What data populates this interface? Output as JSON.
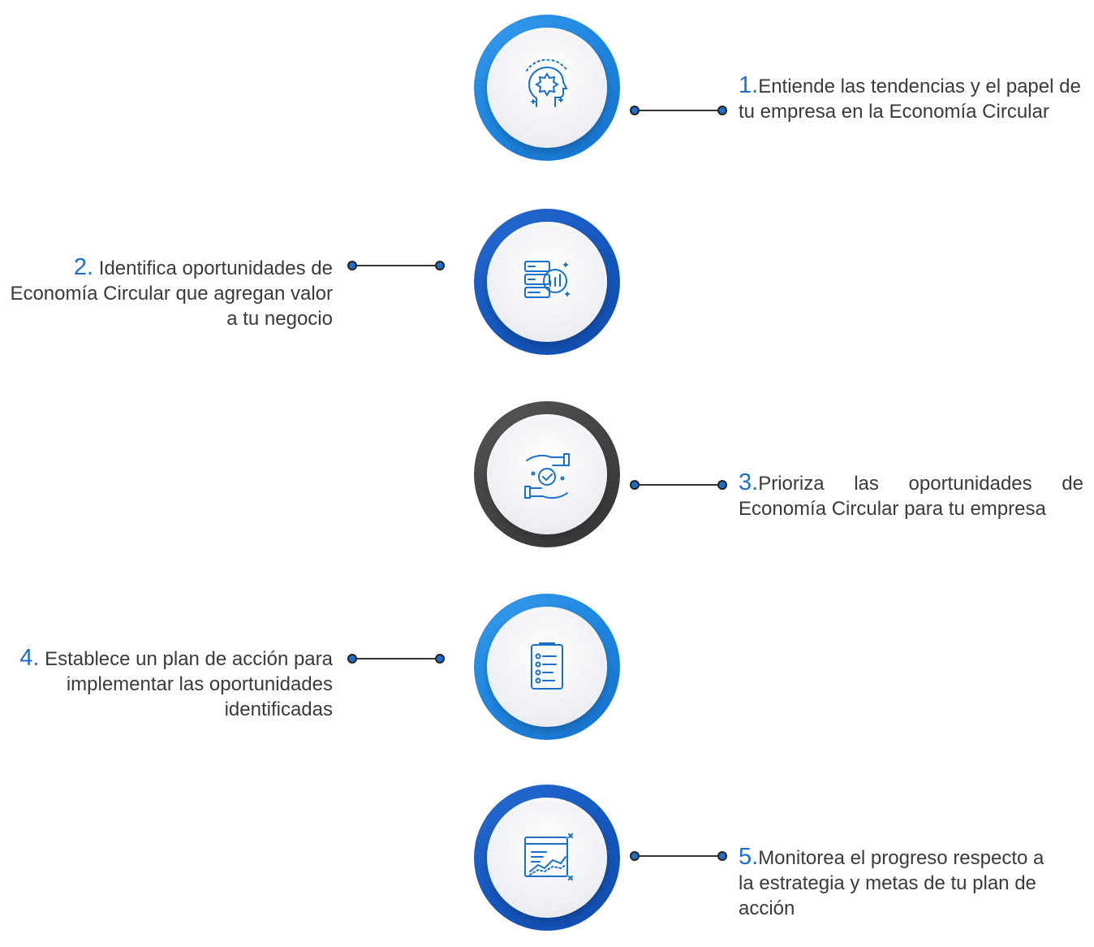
{
  "steps": [
    {
      "number": "1.",
      "text": "Entiende las tendencias y el papel de tu empresa en la Economía Circular",
      "icon": "head-gear-icon",
      "ring": "light"
    },
    {
      "number": "2.",
      "text": "Identifica oportunidades de Economía Circular que agregan valor a tu negocio",
      "icon": "server-analytics-icon",
      "ring": "dark"
    },
    {
      "number": "3.",
      "text": "Prioriza las oportunidades de Economía Circular para tu empresa",
      "icon": "hands-check-icon",
      "ring": "gray"
    },
    {
      "number": "4.",
      "text": "Establece un plan de acción para implementar las oportunidades identificadas",
      "icon": "clipboard-checklist-icon",
      "ring": "light"
    },
    {
      "number": "5.",
      "text": "Monitorea el progreso respecto a la estrategia y metas de tu plan de acción",
      "icon": "dashboard-chart-icon",
      "ring": "dark"
    }
  ],
  "colors": {
    "blue_light": "#1f86e0",
    "blue_dark": "#1659c0",
    "gray": "#444444",
    "number_accent": "#1a6fc9",
    "text": "#3a3a3a"
  }
}
